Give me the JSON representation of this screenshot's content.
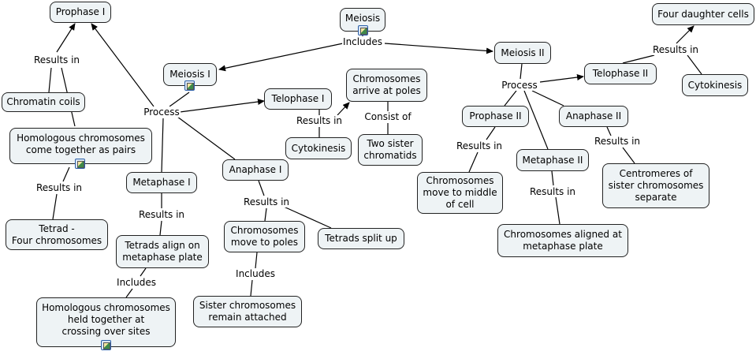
{
  "nodes": [
    "Prophase I",
    "Meiosis",
    "Four daughter cells",
    "Meiosis II",
    "Meiosis I",
    "Telophase II",
    "Chromosomes\narrive at poles",
    "Telophase I",
    "Chromatin coils",
    "Cytokinesis",
    "Prophase II",
    "Anaphase II",
    "Homologous chromosomes\ncome together as pairs",
    "Cytokinesis",
    "Two sister\nchromatids",
    "Metaphase II",
    "Anaphase I",
    "Metaphase I",
    "Centromeres of\nsister chromosomes\nseparate",
    "Chromosomes\nmove to middle\nof cell",
    "Tetrad -\nFour chromosomes",
    "Chromosomes\nmove to poles",
    "Tetrads split up",
    "Tetrads align on\nmetaphase plate",
    "Chromosomes aligned at\nmetaphase plate",
    "Homologous chromosomes\nheld together at\ncrossing over sites",
    "Sister chromosomes\nremain attached"
  ],
  "link_labels": [
    "Includes",
    "Results in",
    "Process",
    "Results in",
    "Consist of",
    "Results in",
    "Results in",
    "Results in",
    "Includes",
    "Includes",
    "Process",
    "Results in",
    "Results in",
    "Results in",
    "Results in"
  ],
  "colors": {
    "node_fill": "#eef3f5",
    "node_border": "#222222",
    "line": "#000000"
  },
  "icons": [
    "image-resource-icon"
  ]
}
